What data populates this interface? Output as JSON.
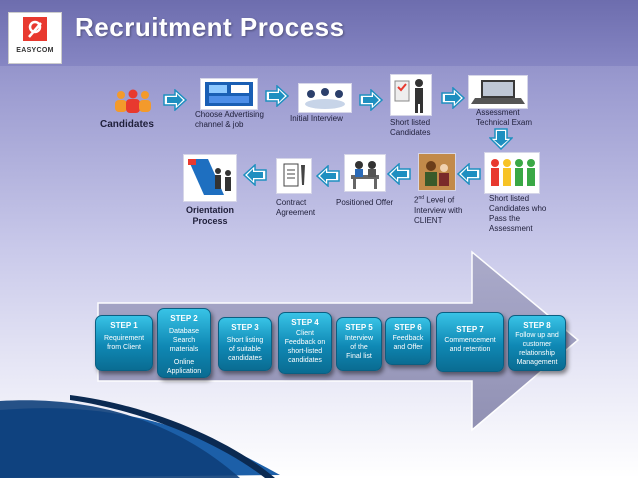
{
  "header": {
    "title": "Recruitment Process",
    "logo_text": "EASYCOM"
  },
  "flow": {
    "candidates": "Candidates",
    "advertising": [
      "Choose Advertising",
      "channel & job"
    ],
    "initial_interview": "Initial Interview",
    "short_listed": [
      "Short listed",
      "Candidates"
    ],
    "assessment": [
      "Assessment",
      "Technical Exam"
    ],
    "short_listed_pass": [
      "Short listed",
      "Candidates who",
      "Pass the",
      "Assessment"
    ],
    "second_level": [
      "Level of",
      "Interview with",
      "CLIENT"
    ],
    "second_level_prefix": "2",
    "second_level_sup": "nd",
    "positioned_offer": "Positioned Offer",
    "contract": [
      "Contract",
      "Agreement"
    ],
    "orientation": [
      "Orientation",
      "Process"
    ]
  },
  "steps": [
    {
      "title": "STEP 1",
      "lines": [
        "Requirement",
        "from Client"
      ],
      "extra": []
    },
    {
      "title": "STEP 2",
      "lines": [
        "Database",
        "Search",
        "materials"
      ],
      "extra": [
        "Online",
        "Application"
      ]
    },
    {
      "title": "STEP 3",
      "lines": [
        "Short listing",
        "of suitable",
        "candidates"
      ],
      "extra": []
    },
    {
      "title": "STEP 4",
      "lines": [
        "Client",
        "Feedback on",
        "short-listed",
        "candidates"
      ],
      "extra": []
    },
    {
      "title": "STEP 5",
      "lines": [
        "Interview",
        "of the",
        "Final list"
      ],
      "extra": []
    },
    {
      "title": "STEP 6",
      "lines": [
        "Feedback",
        "and Offer"
      ],
      "extra": []
    },
    {
      "title": "STEP 7",
      "lines": [
        "Commencement",
        "and retention"
      ],
      "extra": []
    },
    {
      "title": "STEP 8",
      "lines": [
        "Follow up and",
        "customer",
        "relationship",
        "Management"
      ],
      "extra": []
    }
  ],
  "colors": {
    "step_top": "#38c3e6",
    "step_bottom": "#0a6c92",
    "flow_arrow": "#1e8fc0",
    "accent": "#e8392f"
  }
}
